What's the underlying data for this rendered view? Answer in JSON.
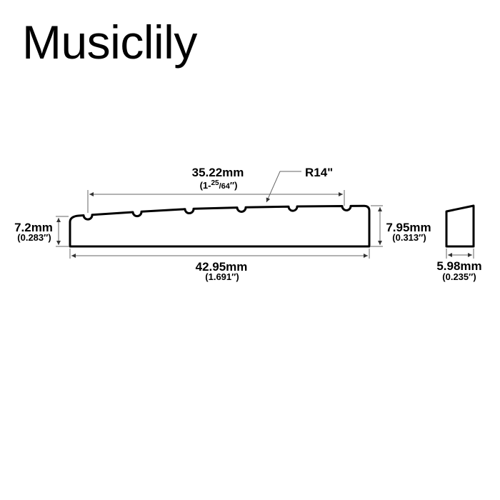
{
  "brand": "Musiclily",
  "diagram": {
    "string_spacing": {
      "mm": "35.22mm",
      "inch_whole": "(1-",
      "inch_num": "25",
      "inch_den": "/64",
      "inch_close": "″)"
    },
    "radius": "R14\"",
    "left_height": {
      "mm": "7.2mm",
      "inch": "(0.283″)"
    },
    "length": {
      "mm": "42.95mm",
      "inch": "(1.691″)"
    },
    "right_height": {
      "mm": "7.95mm",
      "inch": "(0.313″)"
    },
    "width": {
      "mm": "5.98mm",
      "inch": "(0.235″)"
    }
  }
}
